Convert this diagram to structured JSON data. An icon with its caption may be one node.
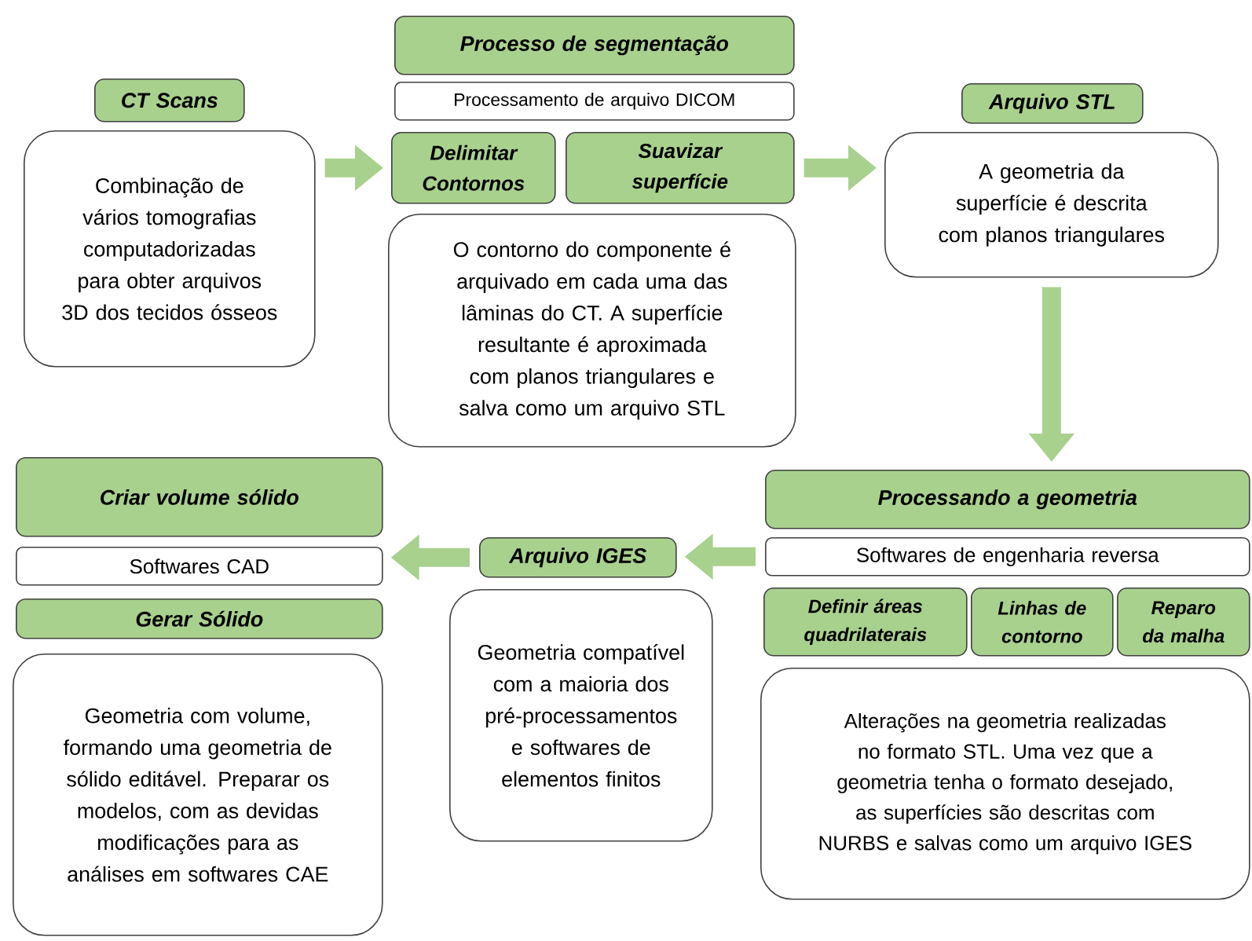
{
  "diagram": {
    "nodes": [
      {
        "text": [
          "Processo de segmentação"
        ]
      },
      {
        "text": [
          "Processamento de arquivo DICOM"
        ]
      },
      {
        "text": [
          "CT Scans"
        ]
      },
      {
        "text": [
          "Arquivo STL"
        ]
      },
      {
        "text": [
          "Combinação de vários tomografias computadorizadas para obter arquivos 3D dos tecidos ósseos"
        ]
      },
      {
        "text": [
          "Delimitar Contornos"
        ]
      },
      {
        "text": [
          "Suavizar superfície"
        ]
      },
      {
        "text": [
          "A geometria da superfície é descrita com planos triangulares"
        ]
      },
      {
        "text": [
          "O contorno do componente é arquivado em cada uma das lâminas do CT. A superfície resultante é aproximada com planos triangulares e salva como um arquivo STL"
        ]
      },
      {
        "text": [
          "Criar volume sólido"
        ]
      },
      {
        "text": [
          "Processando a geometria"
        ]
      },
      {
        "text": [
          "Softwares de engenharia reversa"
        ]
      },
      {
        "text": [
          "Arquivo IGES"
        ]
      },
      {
        "text": [
          "Softwares CAD"
        ]
      },
      {
        "text": [
          "Definir áreas quadrilaterais"
        ]
      },
      {
        "text": [
          "Linhas de contorno"
        ]
      },
      {
        "text": [
          "Reparo da malha"
        ]
      },
      {
        "text": [
          "Gerar Sólido"
        ]
      },
      {
        "text": [
          "Geometria compatível com a maioria dos pré-processamentos e softwares de elementos finitos"
        ]
      },
      {
        "text": [
          "Alterações na geometria  realizadas no formato STL. Uma vez que a geometria tenha o formato desejado, as superfícies são descritas com NURBS e salvas como um arquivo IGES"
        ]
      },
      {
        "text": [
          "Geometria com volume, formando uma geometria de sólido editável. Preparar os modelos, com as devidas modificações para as análises em softwares CAE"
        ]
      }
    ],
    "edges": [
      {
        "from": 4,
        "to": 5,
        "arrow": "to"
      },
      {
        "from": 6,
        "to": 7,
        "arrow": "to"
      },
      {
        "from": 7,
        "to": 10,
        "arrow": "to"
      },
      {
        "from": 11,
        "to": 12,
        "arrow": "to"
      },
      {
        "from": 12,
        "to": 13,
        "arrow": "to"
      }
    ]
  }
}
